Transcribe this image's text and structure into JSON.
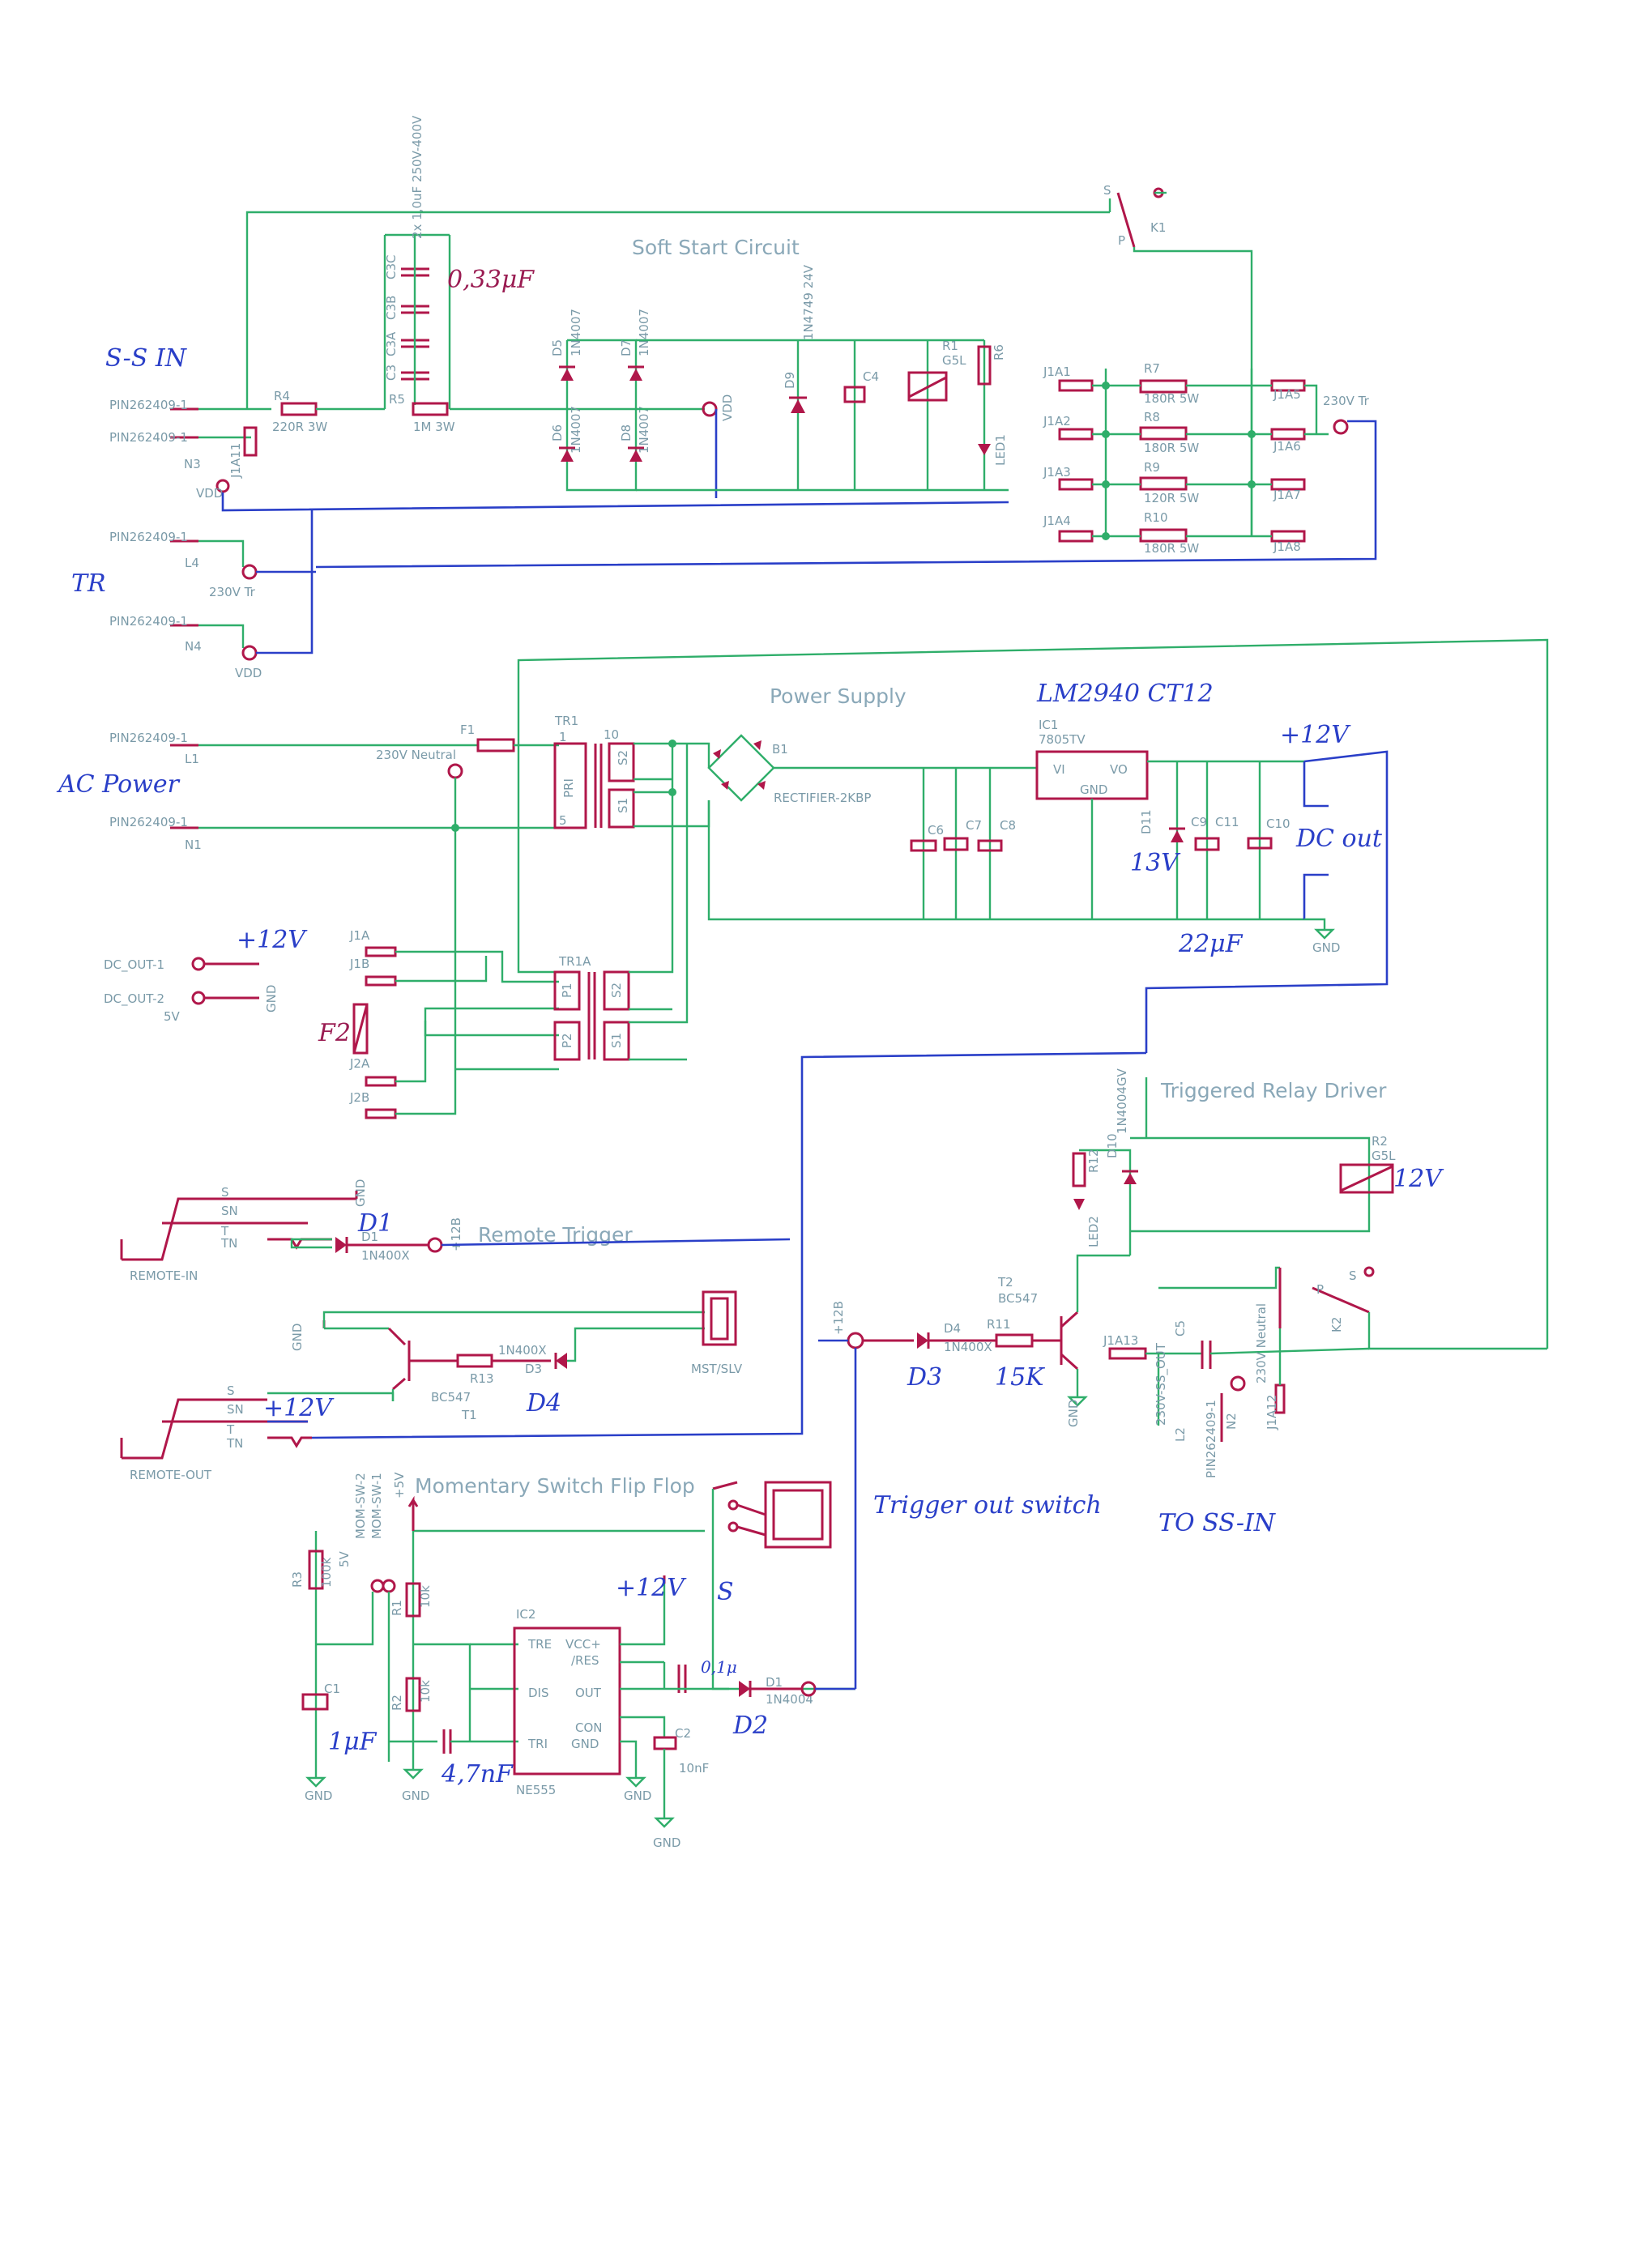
{
  "sections": {
    "soft_start": "Soft Start Circuit",
    "power_supply": "Power Supply",
    "relay_driver": "Triggered Relay Driver",
    "remote_trigger": "Remote Trigger",
    "flip_flop": "Momentary Switch Flip Flop"
  },
  "handwritten": {
    "ss_in": "S-S IN",
    "tr": "TR",
    "ac_power": "AC Power",
    "cap_033": "0,33μF",
    "lm2940": "LM2940 CT12",
    "plus12v_ps": "+12V",
    "dc_out": "DC out",
    "v13": "13V",
    "cap_22uf": "22μF",
    "plus12v_dc": "+12V",
    "f2": "F2",
    "d1": "D1",
    "d4": "D4",
    "plus12v_remote": "+12V",
    "d3": "D3",
    "r15k": "15K",
    "relay12v": "12V",
    "to_ss_in": "TO SS-IN",
    "trigger_out_switch": "Trigger out switch",
    "s": "S",
    "plus12v_555": "+12V",
    "c01u": "0,1μ",
    "d2": "D2",
    "c1uf": "1μF",
    "c47nf": "4,7nF"
  },
  "labels": {
    "pin_l2": "PIN262409-1",
    "pin_l3": "PIN262409-1",
    "n3": "N3",
    "j1a11": "J1A11",
    "vdd1": "VDD",
    "r4": "R4",
    "r4v": "220R 3W",
    "c3c": "C3C",
    "c3b": "C3B",
    "c3a": "C3A",
    "c3": "C3",
    "c3v": "2x 1,0uF 250V-400V",
    "r5": "R5",
    "r5v": "1M 3W",
    "d5": "D5",
    "d5v": "1N4007",
    "d7": "D7",
    "d7v": "1N4007",
    "d6": "D6",
    "d6v": "1N4007",
    "d8": "D8",
    "d8v": "1N4007",
    "vdd2": "VDD",
    "d9": "D9",
    "d9v": "1N4749 24V",
    "c4": "C4",
    "r1": "R1",
    "r1v": "G5L",
    "r6": "R6",
    "led1": "LED1",
    "k1": "K1",
    "k1s": "S",
    "k1p": "P",
    "j1a1": "J1A1",
    "j1a2": "J1A2",
    "j1a3": "J1A3",
    "j1a4": "J1A4",
    "r7": "R7",
    "r7v": "180R 5W",
    "r8": "R8",
    "r8v": "180R 5W",
    "r9": "R9",
    "r9v": "120R 5W",
    "r10": "R10",
    "r10v": "180R 5W",
    "j1a5": "J1A5",
    "j1a6": "J1A6",
    "j1a7": "J1A7",
    "j1a8": "J1A8",
    "v230tr": "230V Tr",
    "pin_l4": "PIN262409-1",
    "l4": "L4",
    "v230tr2": "230V Tr",
    "pin_n4": "PIN262409-1",
    "n4": "N4",
    "vdd3": "VDD",
    "pin_l1": "PIN262409-1",
    "l1": "L1",
    "f1": "F1",
    "neutral": "230V Neutral",
    "tr1": "TR1",
    "pri": "PRI",
    "s2": "S2",
    "s1": "S1",
    "tr1_1": "1",
    "tr1_5": "5",
    "tr1_10": "10",
    "b1": "B1",
    "rect": "RECTIFIER-2KBP",
    "pin_n1": "PIN262409-1",
    "n1": "N1",
    "ic1": "IC1",
    "ic1v": "7805TV",
    "vi": "VI",
    "vo": "VO",
    "gnd_ic1": "GND",
    "c6": "C6",
    "c7": "C7",
    "c8": "C8",
    "d11": "D11",
    "c9": "C9",
    "c11": "C11",
    "c10": "C10",
    "gnd_ps": "GND",
    "dc_out1": "DC_OUT-1",
    "dc_out2": "DC_OUT-2",
    "v5": "5V",
    "gnd_dc": "GND",
    "j1a": "J1A",
    "j1b": "J1B",
    "j2a": "J2A",
    "j2b": "J2B",
    "tr1a": "TR1A",
    "p1": "P1",
    "p2": "P2",
    "s2b": "S2",
    "s1b": "S1",
    "sn": "SN",
    "t": "T",
    "tn": "TN",
    "s_lbl": "S",
    "remote_in": "REMOTE-IN",
    "gnd_rt": "GND",
    "d1": "D1",
    "d1v": "1N400X",
    "p12b": "+12B",
    "gnd_t1": "GND",
    "r13": "R13",
    "d3": "D3",
    "d3v": "1N400X",
    "t1": "T1",
    "t1v": "BC547",
    "mst": "MST/SLV",
    "sn2": "SN",
    "t2l": "T",
    "tn2": "TN",
    "s2l": "S",
    "remote_out": "REMOTE-OUT",
    "p12v_node": "+12B",
    "d4": "D4",
    "d4v": "1N400X",
    "r11": "R11",
    "t2": "T2",
    "t2v": "BC547",
    "gnd_t2": "GND",
    "r12": "R12",
    "d10": "D10",
    "d10v": "1N4004GV",
    "led2": "LED2",
    "r2": "R2",
    "r2v": "G5L",
    "k2": "K2",
    "k2s": "S",
    "k2p": "P",
    "j1a13": "J1A13",
    "c5": "C5",
    "v230ss": "230V-SS_OUT",
    "l2": "L2",
    "pin_n2": "PIN262409-1",
    "n2": "N2",
    "v230neutral": "230V Neutral",
    "j1a12": "J1A12",
    "r3": "R3",
    "r3v": "100k",
    "mom2": "MOM-SW-2",
    "mom1": "MOM-SW-1",
    "p5v": "+5V",
    "r1b": "R1",
    "r1bv": "10k",
    "r2b": "R2",
    "r2bv": "10k",
    "ic2": "IC2",
    "ic2v": "NE555",
    "tre": "TRE",
    "vcc": "VCC+",
    "ires": "/RES",
    "dis": "DIS",
    "out": "OUT",
    "con": "CON",
    "tri": "TRI",
    "gnd555": "GND",
    "c1": "C1",
    "c2": "C2",
    "c2v": "10nF",
    "d1b": "D1",
    "d1bv": "1N4004",
    "gnd1": "GND",
    "gnd2": "GND",
    "gnd3": "GND",
    "gnd4": "GND"
  }
}
